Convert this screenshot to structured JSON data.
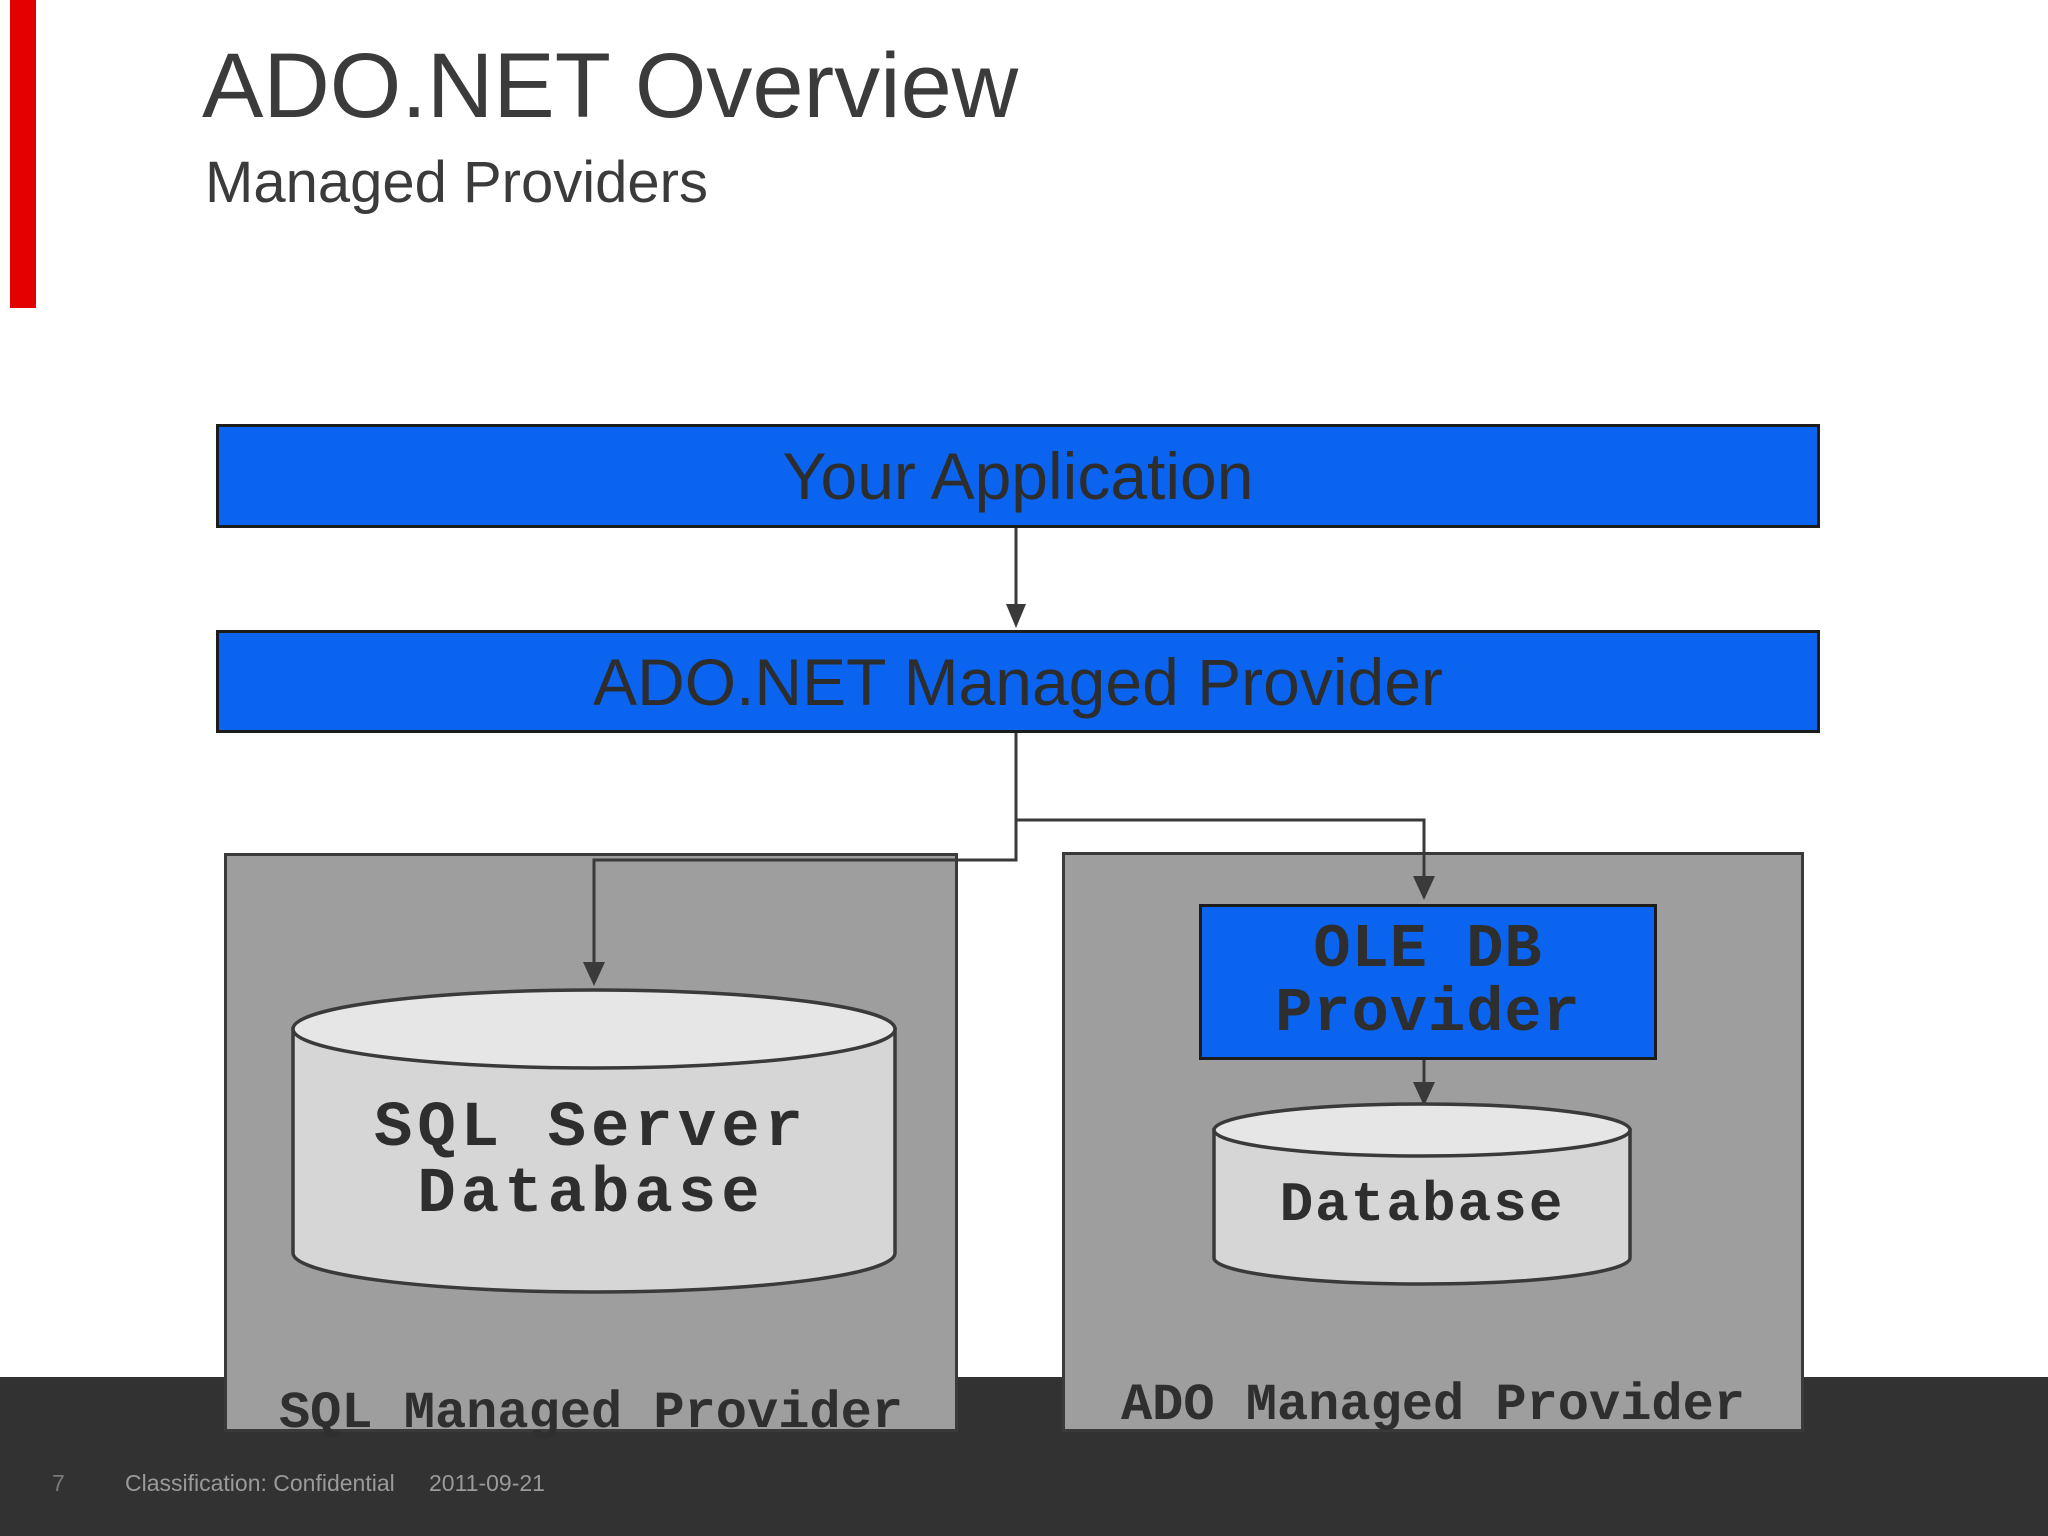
{
  "header": {
    "title": "ADO.NET Overview",
    "subtitle": "Managed Providers"
  },
  "diagram": {
    "app_box_label": "Your Application",
    "managed_provider_box_label": "ADO.NET Managed Provider",
    "left_panel": {
      "cylinder_line1": "SQL Server",
      "cylinder_line2": "Database",
      "caption": "SQL Managed Provider"
    },
    "right_panel": {
      "ole_db_line1": "OLE DB",
      "ole_db_line2": "Provider",
      "cylinder_label": "Database",
      "caption": "ADO Managed Provider"
    }
  },
  "footer": {
    "page_number": "7",
    "classification": "Classification: Confidential",
    "date": "2011-09-21"
  },
  "colors": {
    "accent_red": "#e30000",
    "box_blue": "#0a64f0",
    "panel_gray": "#9e9e9e",
    "cylinder_body": "#d6d6d6",
    "cylinder_top": "#e6e6e6",
    "outline_dark": "#3a3a3a",
    "footer_background": "#323232",
    "footer_text": "#9a9a9a",
    "text_dark": "#2e2e2e"
  }
}
